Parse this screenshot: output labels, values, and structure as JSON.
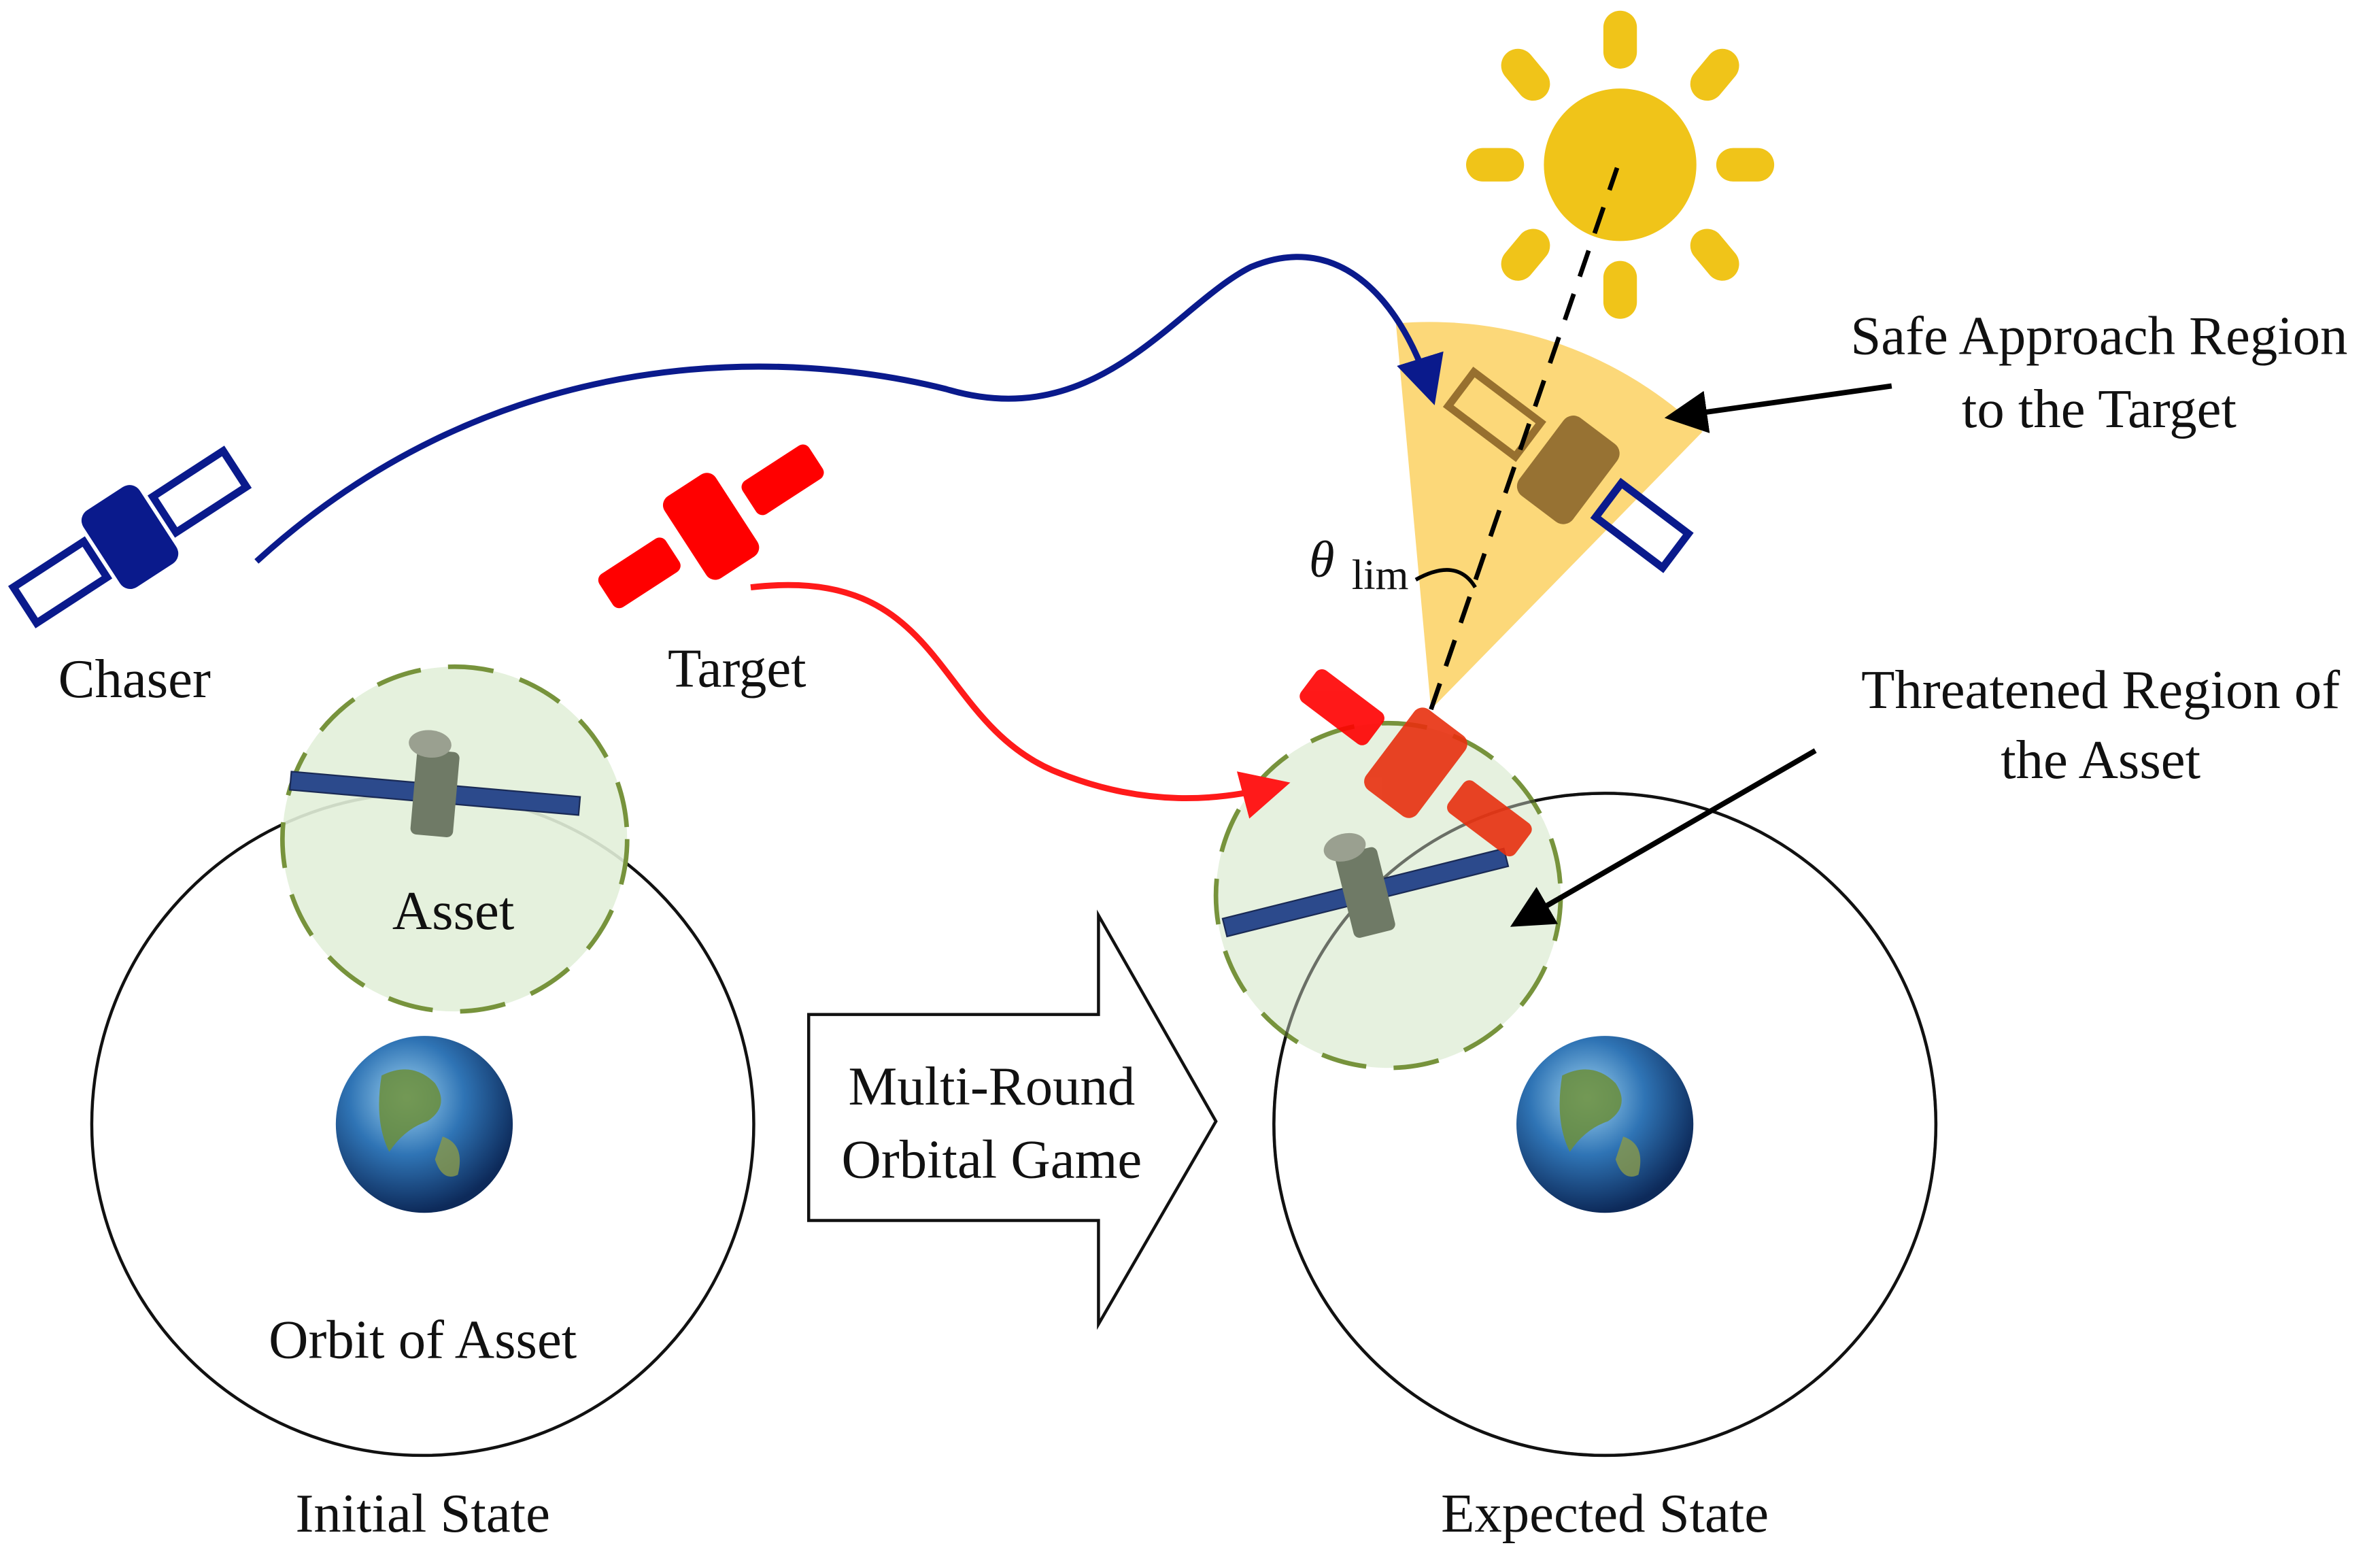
{
  "labels": {
    "chaser": "Chaser",
    "target": "Target",
    "asset": "Asset",
    "orbit": "Orbit of Asset",
    "initial_state": "Initial State",
    "expected_state": "Expected State",
    "game_line1": "Multi-Round",
    "game_line2": "Orbital Game",
    "safe_line1": "Safe Approach Region",
    "safe_line2": "to the Target",
    "threat_line1": "Threatened Region of",
    "threat_line2": "the Asset",
    "theta": "θ",
    "theta_sub": "lim"
  },
  "colors": {
    "chaser": "#0a1a8c",
    "target": "#ff0000",
    "sun": "#f0c419",
    "safe_region": "#fcd46a",
    "threat_region": "#e2efd9",
    "threat_border": "#77933c"
  }
}
